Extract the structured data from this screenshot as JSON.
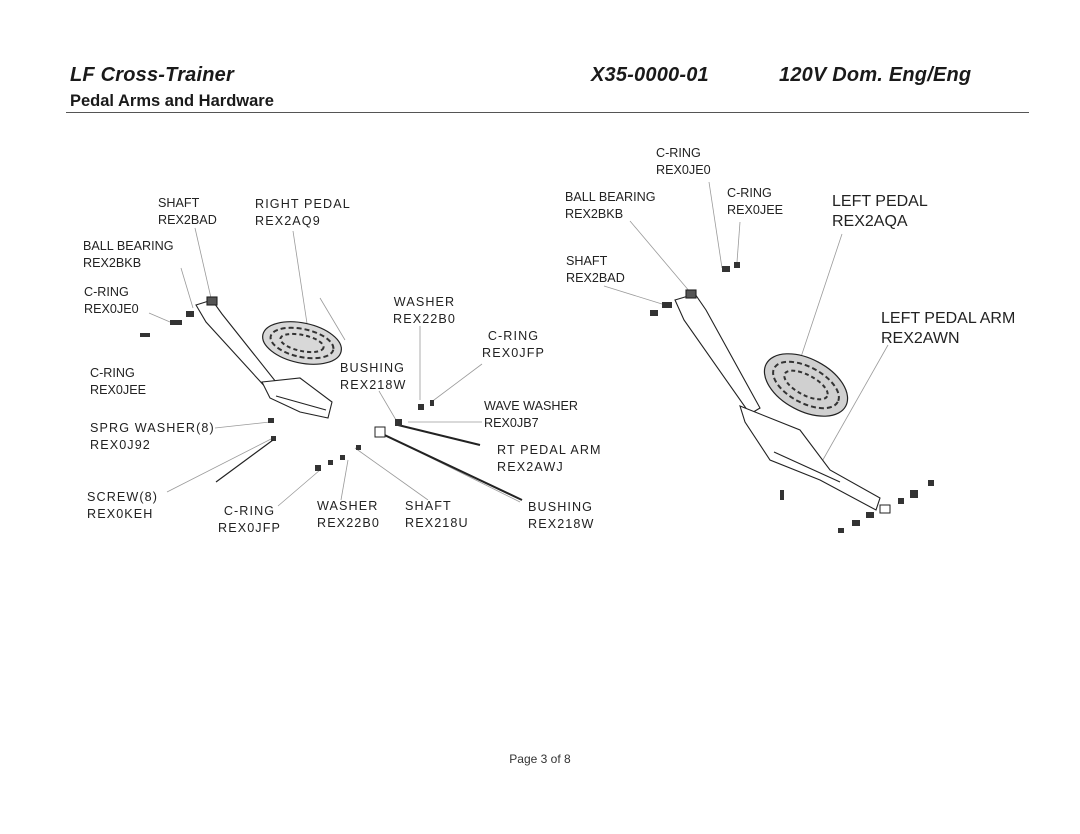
{
  "header": {
    "title": "LF Cross-Trainer",
    "part_number": "X35-0000-01",
    "config": "120V Dom. Eng/Eng",
    "subtitle": "Pedal Arms and Hardware"
  },
  "labels": {
    "shaft_left": {
      "name": "SHAFT",
      "code": "REX2BAD"
    },
    "right_pedal": {
      "name": "RIGHT PEDAL",
      "code": "REX2AQ9"
    },
    "ball_bearing_left": {
      "name": "BALL BEARING",
      "code": "REX2BKB"
    },
    "cring_je0_left": {
      "name": "C-RING",
      "code": "REX0JE0"
    },
    "washer_top": {
      "name": "WASHER",
      "code": "REX22B0"
    },
    "cring_jfp_mid": {
      "name": "C-RING",
      "code": "REX0JFP"
    },
    "bushing_mid": {
      "name": "BUSHING",
      "code": "REX218W"
    },
    "cring_jee_left": {
      "name": "C-RING",
      "code": "REX0JEE"
    },
    "wave_washer": {
      "name": "WAVE WASHER",
      "code": "REX0JB7"
    },
    "sprg_washer": {
      "name": "SPRG WASHER(8)",
      "code": "REX0J92"
    },
    "rt_pedal_arm": {
      "name": "RT PEDAL ARM",
      "code": "REX2AWJ"
    },
    "screw": {
      "name": "SCREW(8)",
      "code": "REX0KEH"
    },
    "cring_jfp_bottom": {
      "name": "C-RING",
      "code": "REX0JFP"
    },
    "washer_bottom": {
      "name": "WASHER",
      "code": "REX22B0"
    },
    "shaft_bottom": {
      "name": "SHAFT",
      "code": "REX218U"
    },
    "bushing_bottom": {
      "name": "BUSHING",
      "code": "REX218W"
    },
    "cring_je0_top": {
      "name": "C-RING",
      "code": "REX0JE0"
    },
    "ball_bearing_right": {
      "name": "BALL BEARING",
      "code": "REX2BKB"
    },
    "cring_jee_right": {
      "name": "C-RING",
      "code": "REX0JEE"
    },
    "shaft_right": {
      "name": "SHAFT",
      "code": "REX2BAD"
    },
    "left_pedal": {
      "name": "LEFT PEDAL",
      "code": "REX2AQA"
    },
    "left_pedal_arm": {
      "name": "LEFT PEDAL ARM",
      "code": "REX2AWN"
    }
  },
  "footer": {
    "page": "Page 3 of 8"
  }
}
